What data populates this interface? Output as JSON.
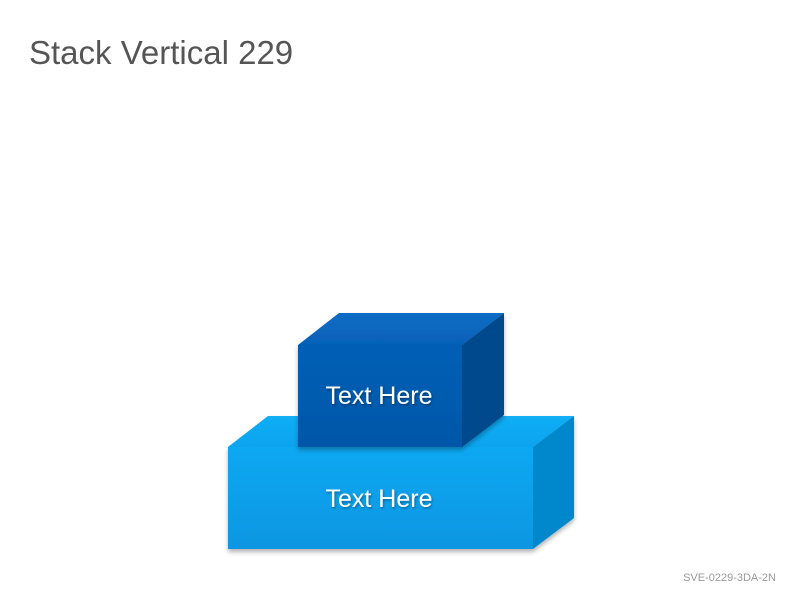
{
  "slide": {
    "title": "Stack Vertical 229",
    "code": "SVE-0229-3DA-2N"
  },
  "blocks": [
    {
      "label": "Text Here",
      "color": "#0A9BE6"
    },
    {
      "label": "Text Here",
      "color": "#055CB0"
    }
  ]
}
